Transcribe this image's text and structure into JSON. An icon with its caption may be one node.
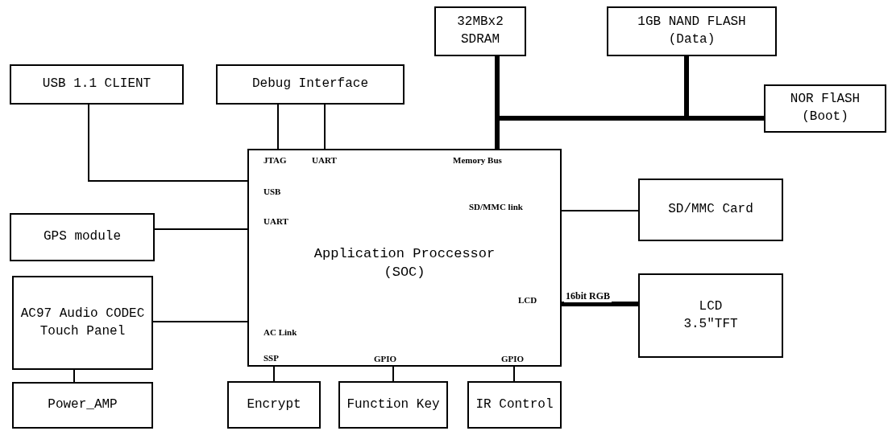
{
  "diagram": {
    "nodes": [
      {
        "text": [
          "32MBx2 SDRAM"
        ]
      },
      {
        "text": [
          "1GB NAND FLASH",
          "(Data)"
        ]
      },
      {
        "text": [
          "NOR FlASH",
          "(Boot)"
        ]
      },
      {
        "text": [
          "USB 1.1 CLIENT"
        ]
      },
      {
        "text": [
          "Debug Interface"
        ]
      },
      {
        "text": [
          "Application Proccessor (SOC)"
        ]
      },
      {
        "text": [
          "SD/MMC Card"
        ]
      },
      {
        "text": [
          "GPS module"
        ]
      },
      {
        "text": [
          "LCD",
          "3.5\"TFT"
        ]
      },
      {
        "text": [
          "AC97 Audio CODEC Touch Panel"
        ]
      },
      {
        "text": [
          "Power_AMP"
        ]
      },
      {
        "text": [
          "Encrypt"
        ]
      },
      {
        "text": [
          "Function Key"
        ]
      },
      {
        "text": [
          "IR Control"
        ]
      }
    ],
    "edges": [
      {
        "from": 5,
        "to": 0,
        "arrow": "none",
        "style": "thick"
      },
      {
        "from": 5,
        "to": 1,
        "arrow": "none",
        "style": "thick"
      },
      {
        "from": 5,
        "to": 2,
        "arrow": "none",
        "style": "thick"
      },
      {
        "from": 3,
        "to": 5,
        "arrow": "none"
      },
      {
        "from": 4,
        "to": 5,
        "arrow": "none"
      },
      {
        "from": 4,
        "to": 5,
        "arrow": "none"
      },
      {
        "from": 7,
        "to": 5,
        "arrow": "none"
      },
      {
        "from": 9,
        "to": 5,
        "arrow": "none"
      },
      {
        "from": 9,
        "to": 10,
        "arrow": "none"
      },
      {
        "from": 5,
        "to": 6,
        "arrow": "none"
      },
      {
        "from": 5,
        "to": 8,
        "arrow": "none",
        "style": "thick",
        "label": "16bit RGB"
      },
      {
        "from": 5,
        "to": 11,
        "arrow": "none"
      },
      {
        "from": 5,
        "to": 12,
        "arrow": "none"
      },
      {
        "from": 5,
        "to": 13,
        "arrow": "none"
      }
    ],
    "labels": [
      "JTAG",
      "UART",
      "Memory Bus",
      "USB",
      "SD/MMC link",
      "UART",
      "LCD",
      "AC Link",
      "SSP",
      "GPIO",
      "GPIO"
    ]
  }
}
